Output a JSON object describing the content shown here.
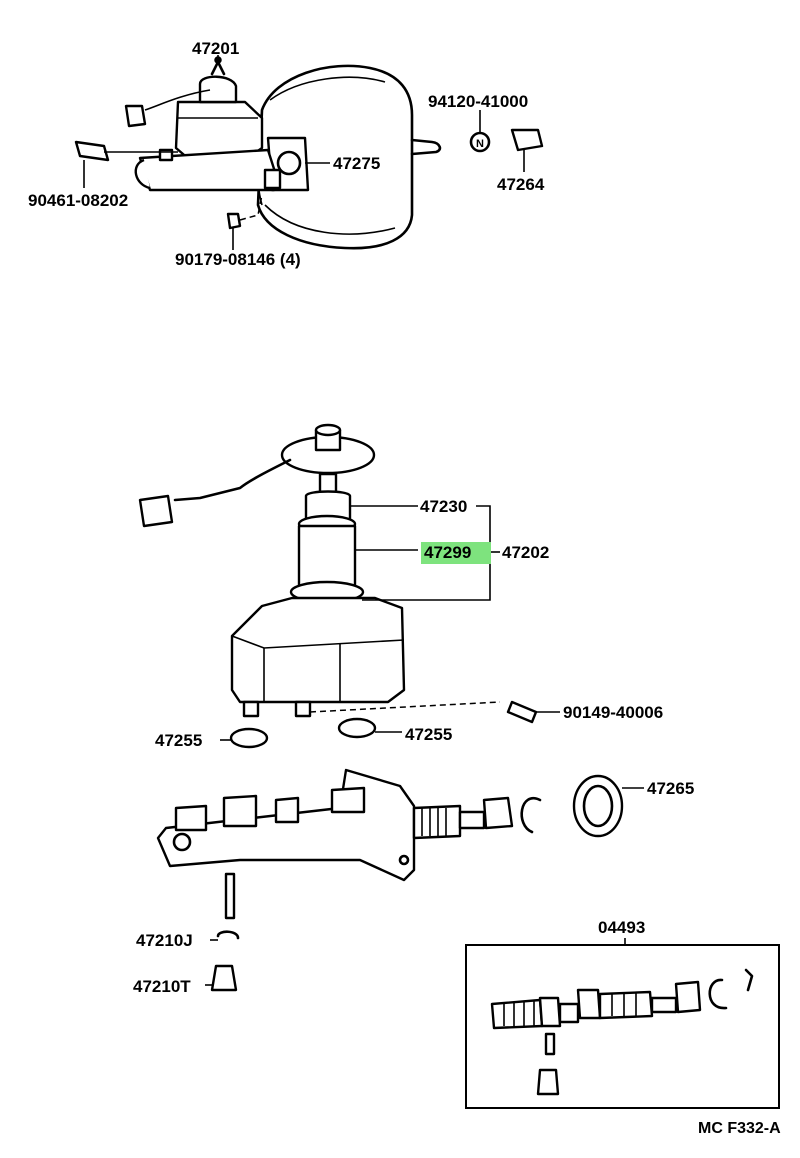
{
  "parts": {
    "p47201": "47201",
    "p94120": "94120-41000",
    "p47275": "47275",
    "p47264": "47264",
    "p90461": "90461-08202",
    "p90179": "90179-08146 (4)",
    "p47230": "47230",
    "p47299": "47299",
    "p47202": "47202",
    "p90149": "90149-40006",
    "p47255a": "47255",
    "p47255b": "47255",
    "p47265": "47265",
    "p04493": "04493",
    "p47210j": "47210J",
    "p47210t": "47210T"
  },
  "nut_mark": "N",
  "figure_code": "MC F332-A",
  "highlight_color": "#7ee37e"
}
